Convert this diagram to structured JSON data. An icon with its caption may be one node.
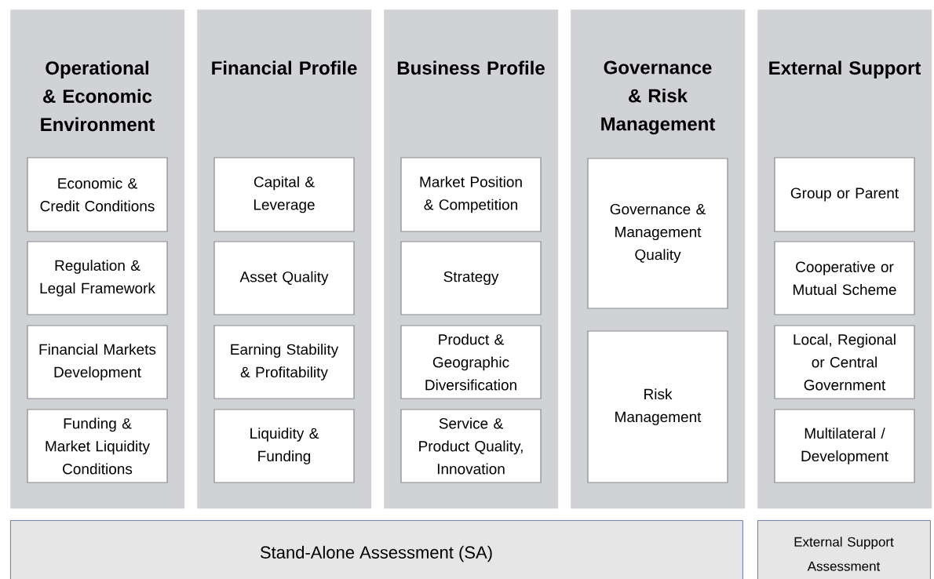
{
  "diagram": {
    "nodes": [
      {
        "text": [
          "Operational & Economic Environment"
        ]
      },
      {
        "text": [
          "Economic & Credit Conditions"
        ],
        "in": 0
      },
      {
        "text": [
          "Regulation & Legal Framework"
        ],
        "in": 0
      },
      {
        "text": [
          "Financial Markets Development"
        ],
        "in": 0
      },
      {
        "text": [
          "Funding & Market Liquidity Conditions"
        ],
        "in": 0
      },
      {
        "text": [
          "Financial Profile"
        ]
      },
      {
        "text": [
          "Capital & Leverage"
        ],
        "in": 5
      },
      {
        "text": [
          "Asset Quality"
        ],
        "in": 5
      },
      {
        "text": [
          "Earning Stability & Profitability"
        ],
        "in": 5
      },
      {
        "text": [
          "Liquidity & Funding"
        ],
        "in": 5
      },
      {
        "text": [
          "Business Profile"
        ]
      },
      {
        "text": [
          "Market Position & Competition"
        ],
        "in": 10
      },
      {
        "text": [
          "Strategy"
        ],
        "in": 10
      },
      {
        "text": [
          "Product & Geographic Diversification"
        ],
        "in": 10
      },
      {
        "text": [
          "Service & Product Quality, Innovation"
        ],
        "in": 10
      },
      {
        "text": [
          "Governance & Risk Management"
        ]
      },
      {
        "text": [
          "Governance & Management Quality"
        ],
        "in": 15
      },
      {
        "text": [
          "Risk Management"
        ],
        "in": 15
      },
      {
        "text": [
          "External Support"
        ]
      },
      {
        "text": [
          "Group or Parent"
        ],
        "in": 18
      },
      {
        "text": [
          "Cooperative or Mutual Scheme"
        ],
        "in": 18
      },
      {
        "text": [
          "Local, Regional or Central Government"
        ],
        "in": 18
      },
      {
        "text": [
          "Multilateral / Development"
        ],
        "in": 18
      },
      {
        "text": [
          "Stand-Alone Assessment (SA)"
        ]
      },
      {
        "text": [
          "External Support Assessment"
        ]
      }
    ]
  }
}
